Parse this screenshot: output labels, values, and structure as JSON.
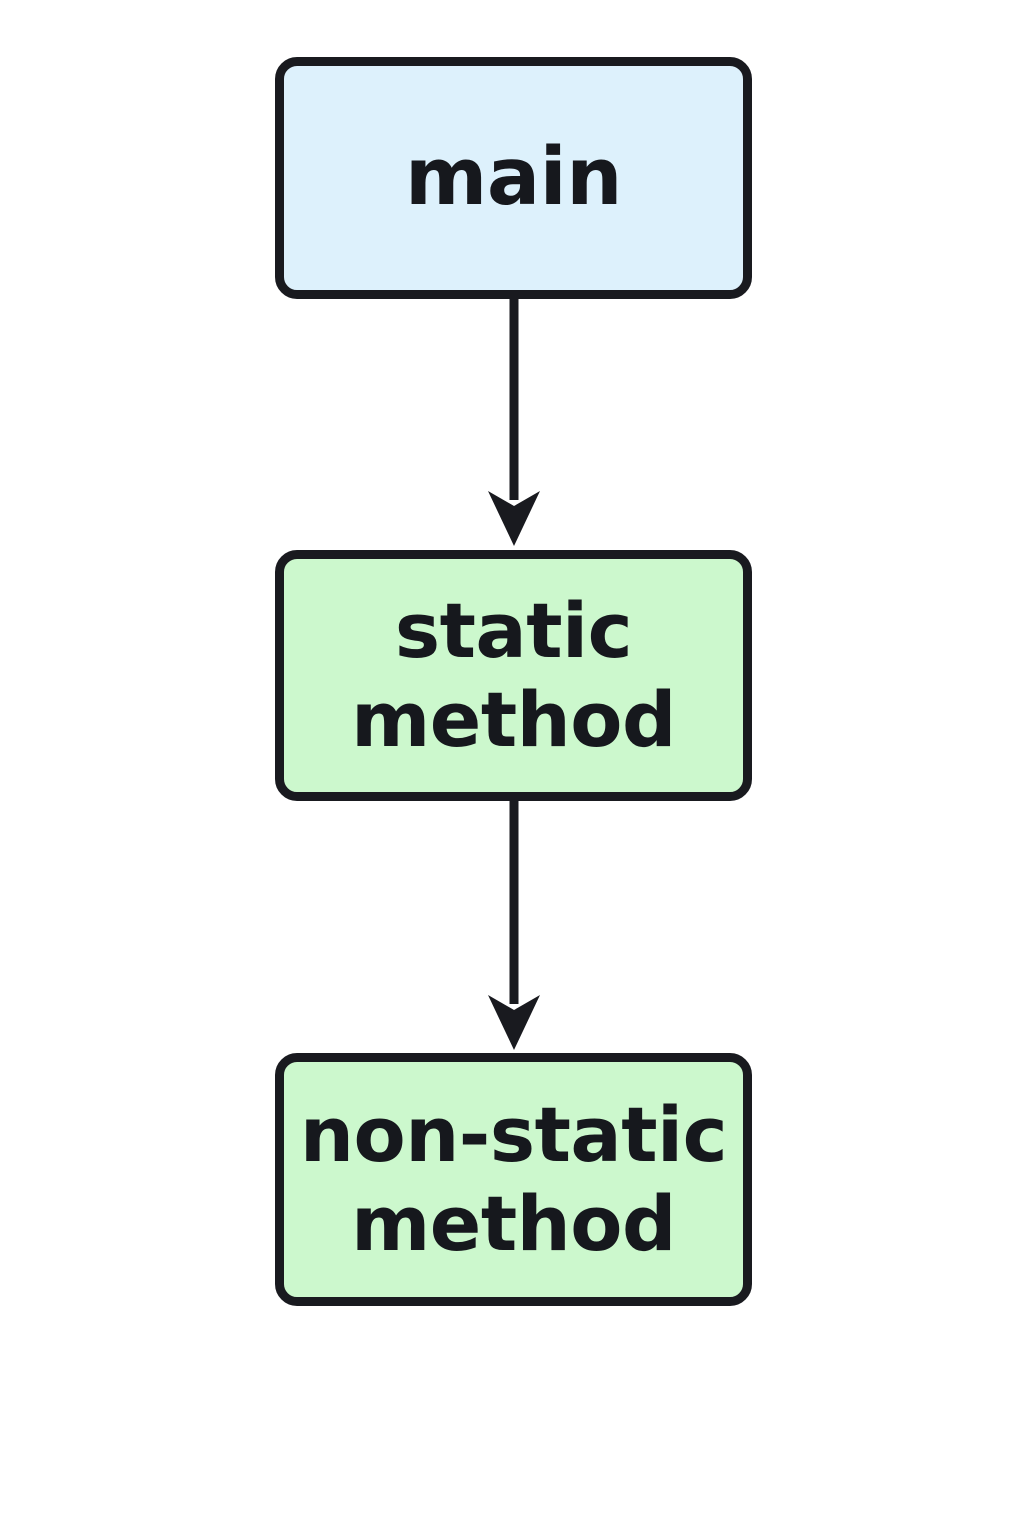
{
  "diagram": {
    "type": "flowchart",
    "direction": "top-to-bottom",
    "background_color": "#ffffff",
    "nodes": [
      {
        "id": "main",
        "label": "main",
        "shape": "rounded-rectangle",
        "fill_color": "#ddf1fc",
        "border_color": "#191a1f",
        "text_color": "#16181d"
      },
      {
        "id": "static-method",
        "label": "static\nmethod",
        "shape": "rounded-rectangle",
        "fill_color": "#ccf8cd",
        "border_color": "#191a1f",
        "text_color": "#16181d"
      },
      {
        "id": "nonstatic-method",
        "label": "non-static\nmethod",
        "shape": "rounded-rectangle",
        "fill_color": "#ccf8cd",
        "border_color": "#191a1f",
        "text_color": "#16181d"
      }
    ],
    "edges": [
      {
        "id": "edge-main-to-static",
        "from": "main",
        "to": "static-method",
        "label": "",
        "style": "solid",
        "arrowhead": "barbed",
        "color": "#191a1f"
      },
      {
        "id": "edge-static-to-nonstatic",
        "from": "static-method",
        "to": "nonstatic-method",
        "label": "",
        "style": "solid",
        "arrowhead": "barbed",
        "color": "#191a1f"
      }
    ]
  }
}
